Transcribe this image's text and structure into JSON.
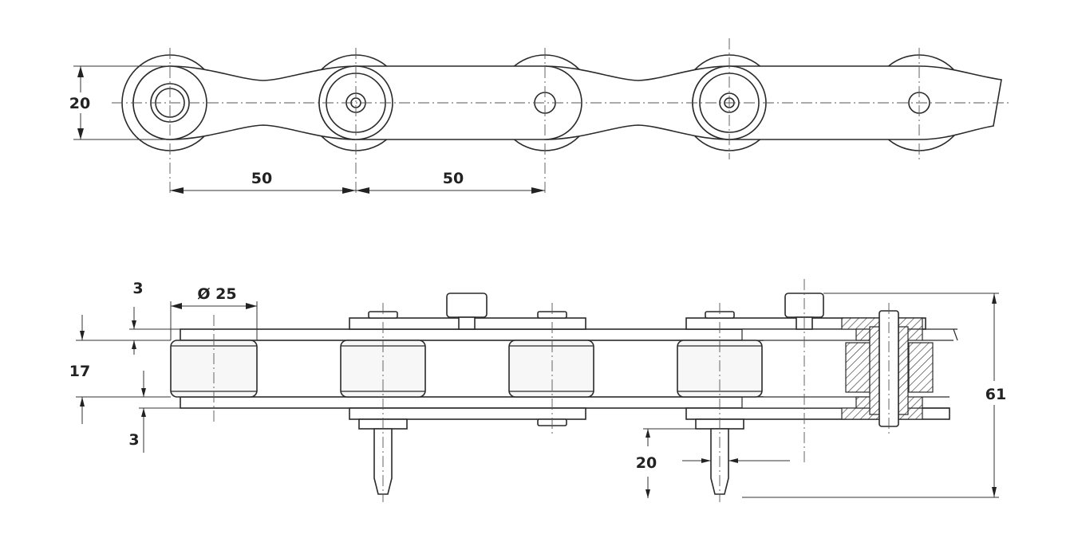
{
  "drawing": {
    "top_view": {
      "height_dim": "20",
      "pitch_dim_1": "50",
      "pitch_dim_2": "50"
    },
    "side_view": {
      "plate_thickness_top": "3",
      "roller_diameter": "Ø 25",
      "inner_width": "17",
      "plate_thickness_bottom": "3",
      "pin_projection": "20",
      "total_height": "61"
    },
    "colors": {
      "line": "#2a2a2a",
      "background": "#ffffff"
    }
  }
}
